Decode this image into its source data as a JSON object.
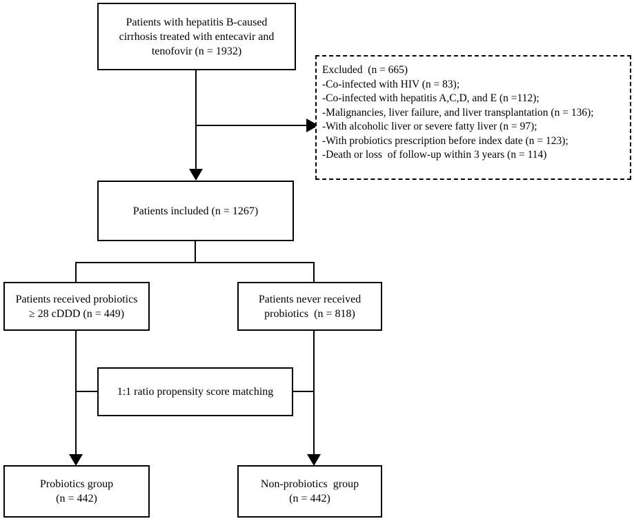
{
  "boxes": {
    "top": {
      "lines": [
        "Patients with hepatitis B-caused",
        "cirrhosis treated with entecavir and",
        "tenofovir (n = 1932)"
      ]
    },
    "excluded": {
      "lines": [
        "Excluded  (n = 665)",
        "-Co-infected with HIV (n = 83);",
        "-Co-infected with hepatitis A,C,D, and E (n =112);",
        "-Malignancies, liver failure, and liver transplantation (n = 136);",
        "-With alcoholic liver or severe fatty liver (n = 97);",
        "-With probiotics prescription before index date (n = 123);",
        "-Death or loss  of follow-up within 3 years (n = 114)"
      ]
    },
    "included": {
      "lines": [
        "Patients included (n = 1267)"
      ]
    },
    "received": {
      "lines": [
        "Patients received probiotics",
        "≥ 28 cDDD (n = 449)"
      ]
    },
    "never": {
      "lines": [
        "Patients never received",
        "probiotics  (n = 818)"
      ]
    },
    "matching": {
      "lines": [
        "1:1 ratio propensity score matching"
      ]
    },
    "probiotics_group": {
      "lines": [
        "Probiotics group",
        "(n = 442)"
      ]
    },
    "non_probiotics_group": {
      "lines": [
        "Non-probiotics  group",
        "(n = 442)"
      ]
    }
  }
}
